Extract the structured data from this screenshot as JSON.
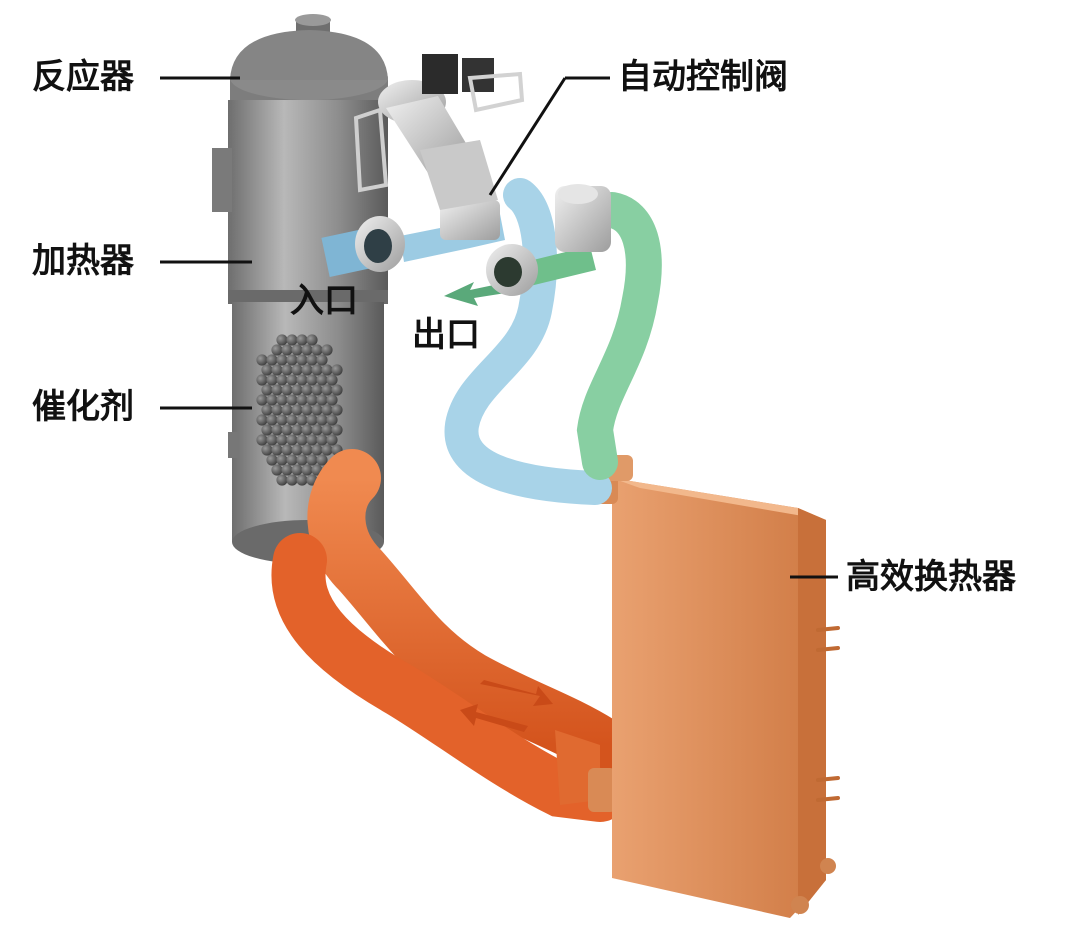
{
  "labels": {
    "reactor": "反应器",
    "heater": "加热器",
    "catalyst": "催化剂",
    "valve": "自动控制阀",
    "inlet": "入口",
    "outlet": "出口",
    "heat_exchanger": "高效换热器"
  },
  "colors": {
    "vessel": "#8f8f8f",
    "inlet_pipe": "#9ccbe3",
    "outlet_pipe": "#7cc497",
    "hot_pipe": "#e8672e",
    "exchanger": "#de8c54",
    "label_text": "#111111"
  }
}
